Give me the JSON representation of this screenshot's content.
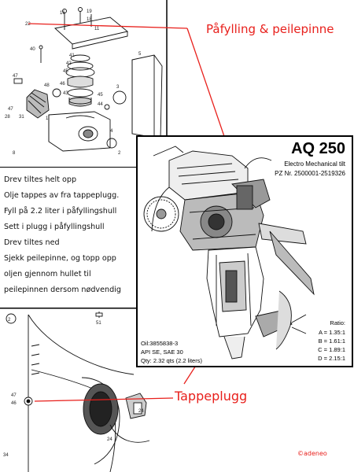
{
  "callouts": {
    "fill": "Påfylling & peilepinne",
    "drain": "Tappeplugg",
    "accent_color": "#e8201c"
  },
  "instructions": [
    "Drev tiltes helt opp",
    "Olje tappes av fra tappeplugg.",
    "Fyll på 2.2 liter i påfyllingshull",
    "Sett i plugg i påfyllingshull",
    "Drev tiltes ned",
    "Sjekk peilepinne, og topp opp",
    "oljen gjennom hullet til",
    "peilepinnen dersom nødvendig"
  ],
  "panel": {
    "model": "AQ 250",
    "subtitle": "Electro Mechanical tilt",
    "serial": "PZ Nr. 2500001-2519326",
    "oil_lines": [
      "Oil:3855838-3",
      "API SE, SAE 30",
      "Qty: 2.32 qts (2.2 liters)"
    ],
    "ratio_title": "Ratio:",
    "ratios": [
      "A = 1.35:1",
      "B = 1.61:1",
      "C = 1.89:1",
      "D = 2.15:1"
    ]
  },
  "part_numbers": {
    "top": [
      "16",
      "19",
      "18",
      "22",
      "11",
      "40",
      "41",
      "42",
      "45",
      "46",
      "43",
      "45",
      "44",
      "47",
      "48",
      "47",
      "28",
      "31",
      "1",
      "5",
      "3",
      "4",
      "2",
      "8"
    ],
    "box": "2",
    "bottom": [
      "51",
      "47",
      "46",
      "24",
      "24",
      "34"
    ]
  },
  "watermark": "©adeneo"
}
